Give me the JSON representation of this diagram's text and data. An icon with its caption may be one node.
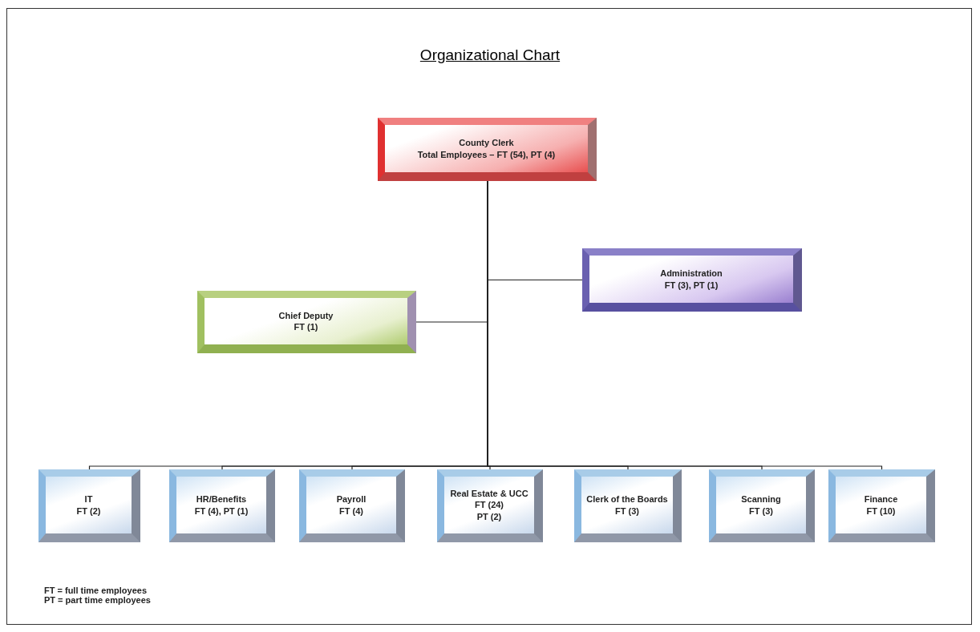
{
  "diagram": {
    "title": "Organizational Chart",
    "nodes": [
      {
        "text": [
          "County Clerk",
          "Total Employees – FT (54), PT (4)"
        ]
      },
      {
        "text": [
          "Administration",
          "FT (3), PT (1)"
        ]
      },
      {
        "text": [
          "Chief Deputy",
          "FT (1)"
        ]
      },
      {
        "text": [
          "IT",
          "FT (2)"
        ]
      },
      {
        "text": [
          "HR/Benefits",
          "FT (4), PT (1)"
        ]
      },
      {
        "text": [
          "Payroll",
          "FT (4)"
        ]
      },
      {
        "text": [
          "Real Estate & UCC",
          "FT (24)",
          "PT (2)"
        ]
      },
      {
        "text": [
          "Clerk of the Boards FT (3)"
        ]
      },
      {
        "text": [
          "Scanning",
          "FT (3)"
        ]
      },
      {
        "text": [
          "Finance",
          "FT (10)"
        ]
      }
    ],
    "edges": [
      {
        "from": 0,
        "to": 1,
        "arrow": "none"
      },
      {
        "from": 0,
        "to": 2,
        "arrow": "none"
      },
      {
        "from": 0,
        "to": 3,
        "arrow": "none"
      },
      {
        "from": 0,
        "to": 4,
        "arrow": "none"
      },
      {
        "from": 0,
        "to": 5,
        "arrow": "none"
      },
      {
        "from": 0,
        "to": 6,
        "arrow": "none"
      },
      {
        "from": 0,
        "to": 7,
        "arrow": "none"
      },
      {
        "from": 0,
        "to": 8,
        "arrow": "none"
      },
      {
        "from": 0,
        "to": 9,
        "arrow": "none"
      }
    ],
    "labels": [
      "FT = full time employees",
      "PT = part time employees"
    ]
  }
}
